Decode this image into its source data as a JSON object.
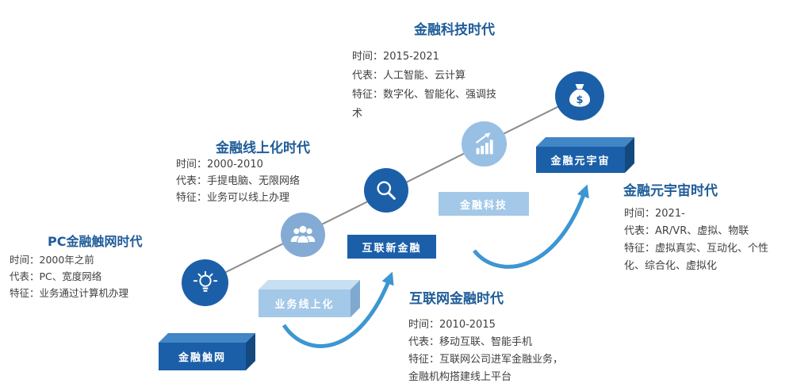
{
  "colors": {
    "dark_blue": "#1C5FA9",
    "light_blue": "#A3C8E8",
    "node_light_blue": "#84ABD4",
    "title_blue": "#1F5C99",
    "arrow_blue": "#3D96D2",
    "line_gray": "#8A8A8A"
  },
  "eras": [
    {
      "title": "PC金融触网时代",
      "lines": [
        "时间：2000年之前",
        "代表：PC、宽度网络",
        "特征：业务通过计算机办理"
      ],
      "box_label": "金融触网",
      "icon": "lightbulb-icon"
    },
    {
      "title": "金融线上化时代",
      "lines": [
        "时间：2000-2010",
        "代表：手提电脑、无限网络",
        "特征：业务可以线上办理"
      ],
      "box_label": "业务线上化",
      "icon": "people-group-icon"
    },
    {
      "title": "互联网金融时代",
      "lines": [
        "时间：2010-2015",
        "代表：移动互联、智能手机",
        "特征：互联网公司进军金融业务，",
        "金融机构搭建线上平台"
      ],
      "box_label": "互联新金融",
      "icon": "magnifier-icon"
    },
    {
      "title": "金融科技时代",
      "lines": [
        "时间：2015-2021",
        "代表：人工智能、云计算",
        "特征：数字化、智能化、强调技术"
      ],
      "box_label": "金融科技",
      "icon": "bar-chart-icon"
    },
    {
      "title": "金融元宇宙时代",
      "lines": [
        "时间：2021-",
        "代表：AR/VR、虚拟、物联",
        "特征：虚拟真实、互动化、个性化、综合化、虚拟化"
      ],
      "box_label": "金融元宇宙",
      "icon": "money-bag-icon"
    }
  ]
}
